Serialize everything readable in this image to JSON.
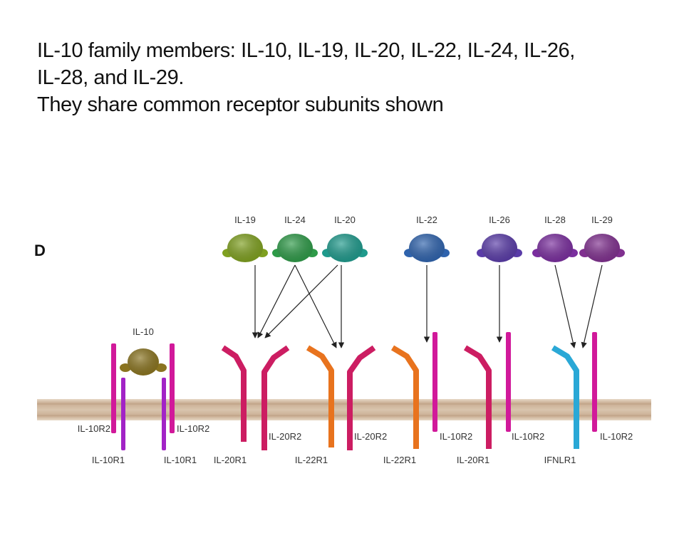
{
  "title": {
    "line1": "IL-10 family members: IL-10, IL-19, IL-20, IL-22, IL-24, IL-26,",
    "line2": "IL-28, and IL-29.",
    "line3": "They share common receptor subunits shown"
  },
  "panel_label": "D",
  "cytokines": [
    {
      "id": "il19",
      "label": "IL-19",
      "color": "#7fa020"
    },
    {
      "id": "il24",
      "label": "IL-24",
      "color": "#2e9a48"
    },
    {
      "id": "il20",
      "label": "IL-20",
      "color": "#1f9a8c"
    },
    {
      "id": "il22",
      "label": "IL-22",
      "color": "#2f63ad"
    },
    {
      "id": "il26",
      "label": "IL-26",
      "color": "#5a3ca8"
    },
    {
      "id": "il28",
      "label": "IL-28",
      "color": "#7a2e9e"
    },
    {
      "id": "il29",
      "label": "IL-29",
      "color": "#80308f"
    },
    {
      "id": "il10",
      "label": "IL-10",
      "color": "#8a7420"
    }
  ],
  "receptor_labels": {
    "il10r2_left": "IL-10R2",
    "il10r2_right": "IL-10R2",
    "il10r1_left": "IL-10R1",
    "il10r1_right": "IL-10R1",
    "il20r1_a": "IL-20R1",
    "il20r2_a": "IL-20R2",
    "il22r1_a": "IL-22R1",
    "il20r2_b": "IL-20R2",
    "il22r1_b": "IL-22R1",
    "il10r2_c": "IL-10R2",
    "il20r1_b": "IL-20R1",
    "il10r2_d": "IL-10R2",
    "ifnlr1": "IFNLR1",
    "il10r2_e": "IL-10R2"
  },
  "colors": {
    "magenta": "#d1199a",
    "purple": "#a223c6",
    "crimson": "#cc1d62",
    "orange": "#e8731e",
    "cyan": "#2aa8d6",
    "membrane": "#cdb69e"
  }
}
